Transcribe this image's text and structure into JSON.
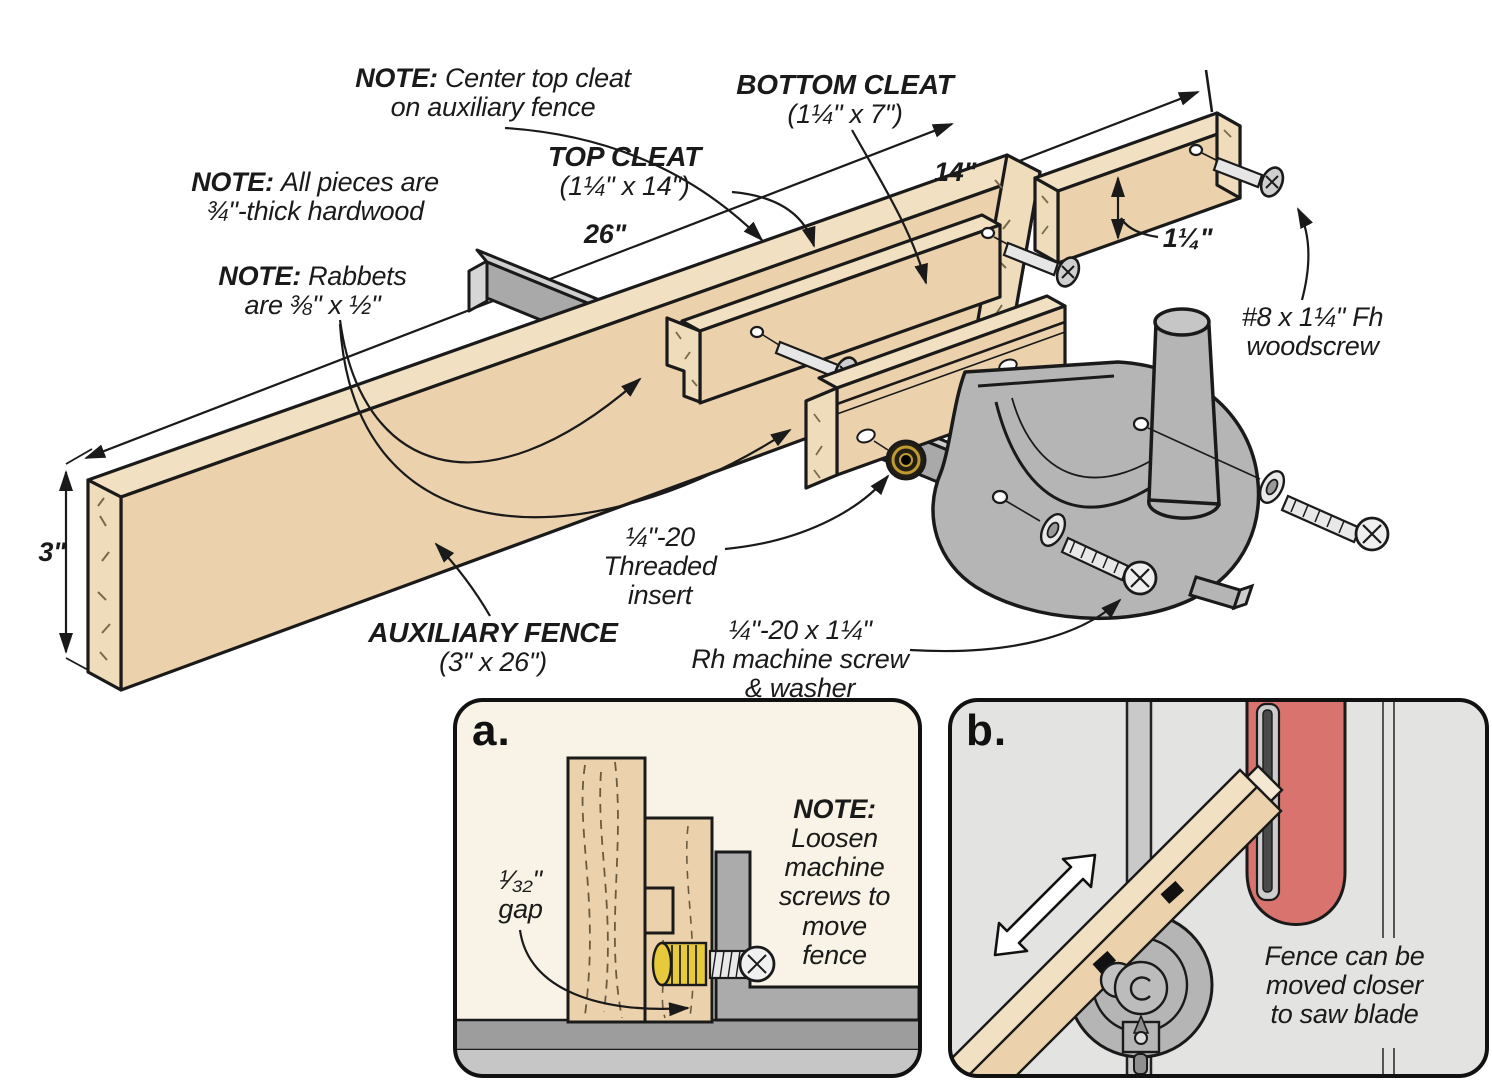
{
  "title": "Auxiliary miter-gauge fence exploded diagram",
  "colors": {
    "wood": "#ecd2ac",
    "wood_light": "#f1e0c2",
    "wood_end": "#eedcba",
    "metal_gray": "#b5b5b5",
    "brass": "#bf9a32",
    "blade_red": "#d9736e",
    "panel_a_bg": "#f9f2e6",
    "panel_b_bg": "#e3e3e2",
    "outline": "#1a1a1a"
  },
  "notes": {
    "center_cleat": {
      "prefix": "NOTE:",
      "line1": "Center top cleat",
      "line2": "on auxiliary fence"
    },
    "all_pieces": {
      "prefix": "NOTE:",
      "line1": "All pieces are",
      "line2": "¾\"-thick hardwood"
    },
    "rabbets": {
      "prefix": "NOTE:",
      "line1": "Rabbets",
      "line2": "are ⅜\" x ½\""
    }
  },
  "parts": {
    "top_cleat": {
      "name": "TOP CLEAT",
      "size": "(1¼\" x 14\")"
    },
    "bottom_cleat": {
      "name": "BOTTOM CLEAT",
      "size": "(1¼\" x 7\")"
    },
    "aux_fence": {
      "name": "AUXILIARY FENCE",
      "size": "(3\" x 26\")"
    }
  },
  "hardware": {
    "woodscrew": {
      "line1": "#8 x 1¼\" Fh",
      "line2": "woodscrew"
    },
    "threaded_insert": {
      "line1": "¼\"-20",
      "line2": "Threaded",
      "line3": "insert"
    },
    "machine_screw": {
      "line1": "¼\"-20 x 1¼\"",
      "line2": "Rh machine screw",
      "line3": "& washer"
    }
  },
  "dimensions": {
    "fence_length": "26\"",
    "cleat_length": "14\"",
    "fence_width": "3\"",
    "cleat_width": "1¼\""
  },
  "inset_a": {
    "letter": "a.",
    "gap_line1": "¹⁄₃₂\"",
    "gap_line2": "gap",
    "note_prefix": "NOTE:",
    "note_lines": [
      "Loosen",
      "machine",
      "screws to",
      "move",
      "fence"
    ]
  },
  "inset_b": {
    "letter": "b.",
    "caption_lines": [
      "Fence can be",
      "moved closer",
      "to saw blade"
    ]
  }
}
